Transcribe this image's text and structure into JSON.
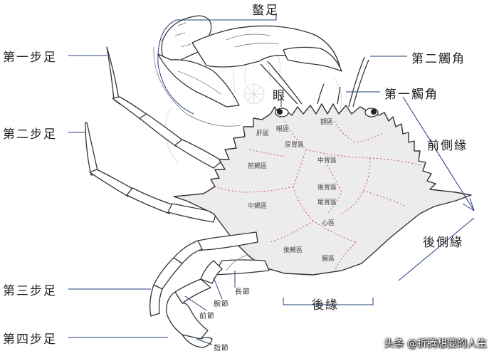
{
  "labels": {
    "ao_zu": "螯足",
    "di_er_chu_jiao": "第二觸角",
    "di_yi_chu_jiao": "第一觸角",
    "yan": "眼",
    "qian_ce_yuan": "前側緣",
    "hou_ce_yuan": "後側緣",
    "hou_yuan": "後緣",
    "di_yi_bu_zu": "第一步足",
    "di_er_bu_zu": "第二步足",
    "di_san_bu_zu": "第三步足",
    "di_si_bu_zu": "第四步足",
    "zhang_jie": "長節",
    "wan_jie": "腕節",
    "qian_jie": "前節",
    "zhi_jie": "指節"
  },
  "regions": {
    "e_qu": "額區",
    "gan_qu": "肝區",
    "yuan_wei_qu": "原胃區",
    "zhong_wei_qu": "中胃區",
    "qian_sai_qu": "前鰓區",
    "hou_wei_qu_1": "後胃區",
    "hou_wei_qu_2": "尾胃區",
    "zhong_sai_qu": "中鰓區",
    "xin_qu": "心區",
    "hou_sai_qu": "後鰓區",
    "chang_qu": "腸區",
    "yan_qu": "眼區"
  },
  "watermark": "头条 @折腾想要的人生",
  "colors": {
    "outline": "#333333",
    "carapace_fill": "#ececec",
    "region_lines": "#d9534f",
    "label_lines": "#1f3d7a"
  }
}
